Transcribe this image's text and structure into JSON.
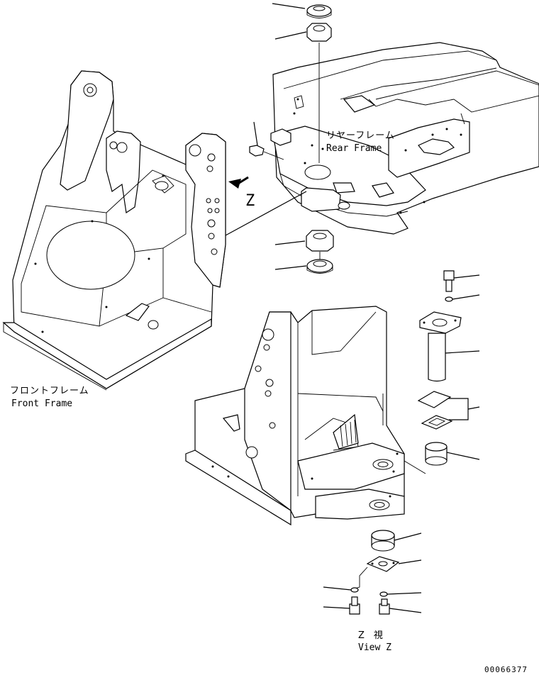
{
  "labels": {
    "rear_frame_jp": "リヤーフレーム",
    "rear_frame_en": "Rear Frame",
    "front_frame_jp": "フロントフレーム",
    "front_frame_en": "Front Frame",
    "arrow_letter": "Z",
    "view_jp": "Z　視",
    "view_en": "View Z",
    "drawing_number": "00066377"
  }
}
